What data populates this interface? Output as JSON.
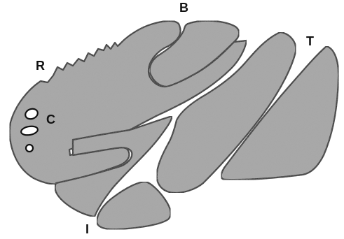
{
  "labels": {
    "r": "R",
    "b": "B",
    "t": "T",
    "c": "C",
    "i": "I"
  },
  "colors": {
    "fill": "#a6a6a6",
    "stroke": "#111111",
    "background": "#ffffff"
  }
}
